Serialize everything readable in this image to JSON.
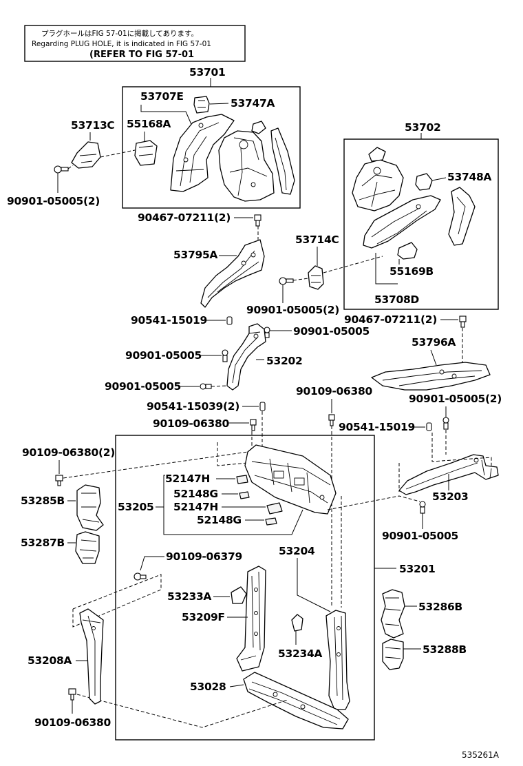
{
  "note": {
    "jp": "プラグホールはFIG 57-01に掲載してあります。",
    "en": "Regarding PLUG HOLE, it is indicated in FIG 57-01",
    "ref": "(REFER TO FIG 57-01"
  },
  "labels": {
    "p53701": "53701",
    "p53707E": "53707E",
    "p53747A": "53747A",
    "p55168A": "55168A",
    "p53713C": "53713C",
    "p90901_05005_2a": "90901-05005(2)",
    "p53702": "53702",
    "p53748A": "53748A",
    "p90467_07211_2a": "90467-07211(2)",
    "p53714C": "53714C",
    "p53795A": "53795A",
    "p55169B": "55169B",
    "p90901_05005_2b": "90901-05005(2)",
    "p53708D": "53708D",
    "p90541_15019a": "90541-15019",
    "p90901_05005a": "90901-05005",
    "p90467_07211_2b": "90467-07211(2)",
    "p90901_05005b": "90901-05005",
    "p53202": "53202",
    "p53796A": "53796A",
    "p90901_05005c": "90901-05005",
    "p90109_06380a": "90109-06380",
    "p90541_15039_2": "90541-15039(2)",
    "p90901_05005_2c": "90901-05005(2)",
    "p90109_06380b": "90109-06380",
    "p90541_15019b": "90541-15019",
    "p90109_06380_2": "90109-06380(2)",
    "p52147H_a": "52147H",
    "p52148G_a": "52148G",
    "p53285B": "53285B",
    "p53205": "53205",
    "p52147H_b": "52147H",
    "p53203": "53203",
    "p52148G_b": "52148G",
    "p53287B": "53287B",
    "p90901_05005d": "90901-05005",
    "p53204": "53204",
    "p90109_06379": "90109-06379",
    "p53201": "53201",
    "p53233A": "53233A",
    "p53286B": "53286B",
    "p53209F": "53209F",
    "p53234A": "53234A",
    "p53288B": "53288B",
    "p53208A": "53208A",
    "p53028": "53028",
    "p90109_06380c": "90109-06380"
  },
  "figure_code": "535261A"
}
